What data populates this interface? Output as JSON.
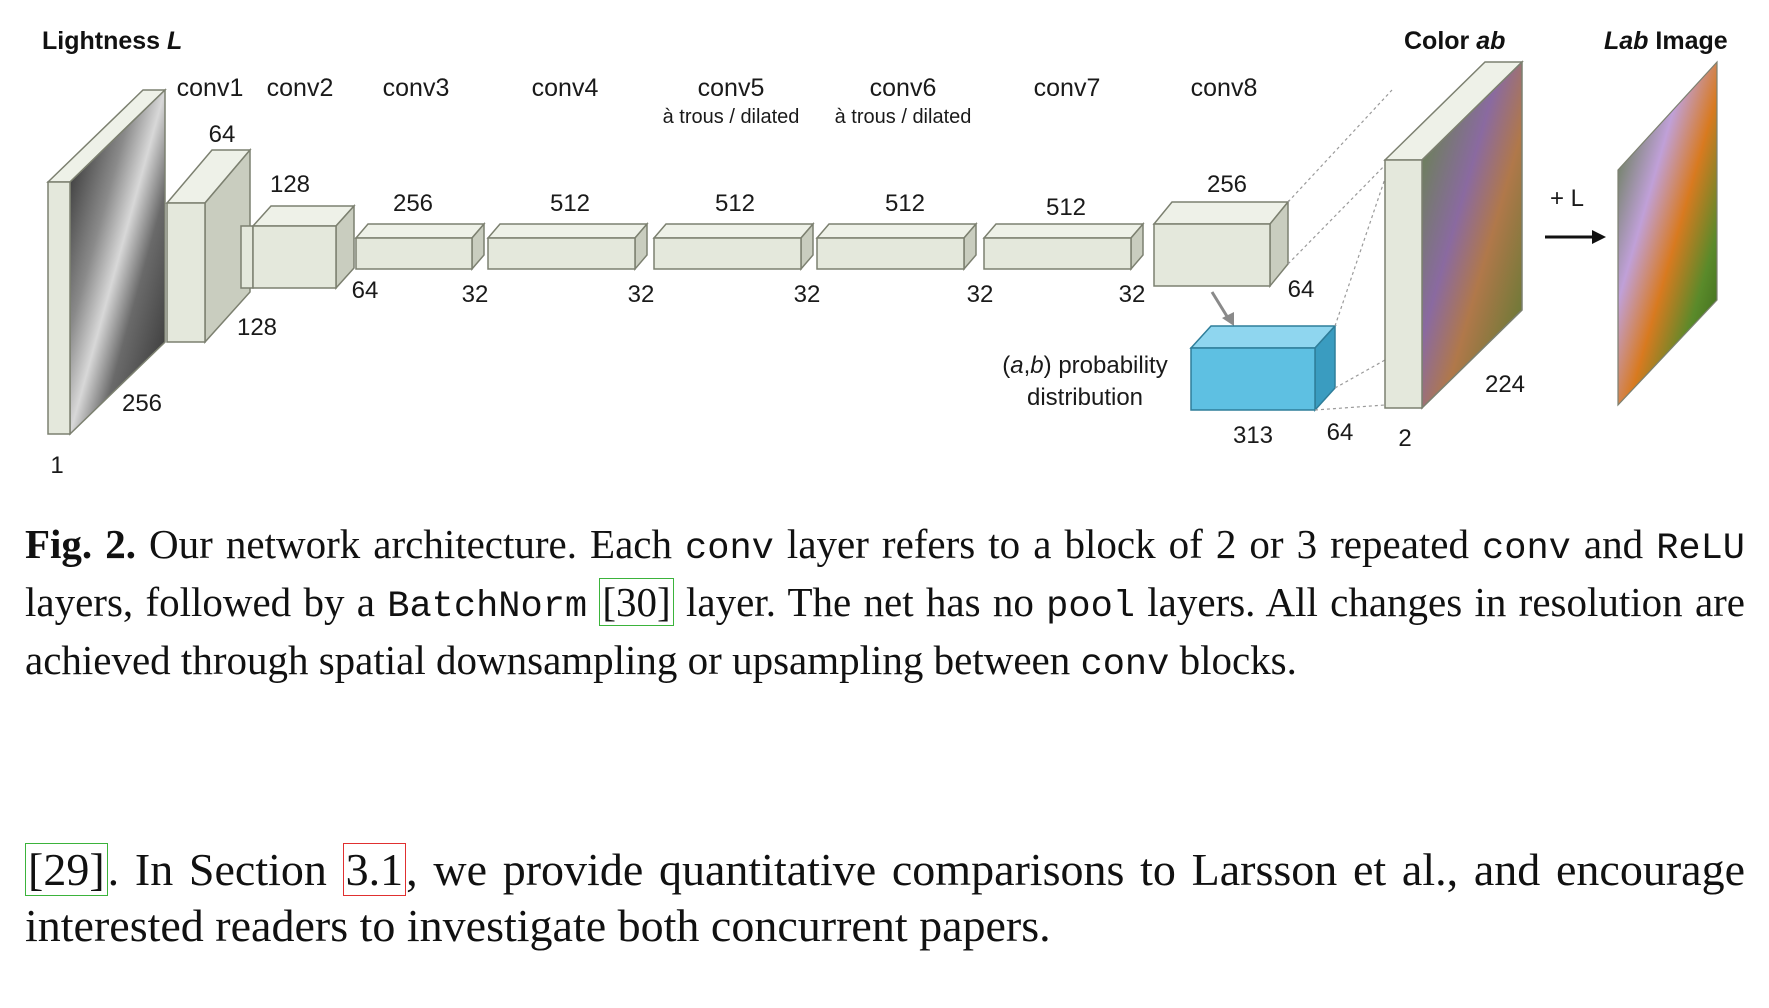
{
  "figure": {
    "input_title_word": "Lightness",
    "input_title_var": "L",
    "color_title_word": "Color",
    "color_title_var": "ab",
    "lab_title_var": "Lab",
    "lab_title_word": "Image",
    "layers": [
      {
        "name": "conv1",
        "sub": ""
      },
      {
        "name": "conv2",
        "sub": ""
      },
      {
        "name": "conv3",
        "sub": ""
      },
      {
        "name": "conv4",
        "sub": ""
      },
      {
        "name": "conv5",
        "sub": "à trous / dilated"
      },
      {
        "name": "conv6",
        "sub": "à trous / dilated"
      },
      {
        "name": "conv7",
        "sub": ""
      },
      {
        "name": "conv8",
        "sub": ""
      }
    ],
    "dims": {
      "input_depth": "1",
      "input_size": "256",
      "conv1_channels": "64",
      "conv1_size": "128",
      "conv2_channels": "128",
      "conv2_size": "64",
      "conv3_channels": "256",
      "conv3_size": "32",
      "conv4_channels": "512",
      "conv4_size": "32",
      "conv5_channels": "512",
      "conv5_size": "32",
      "conv6_channels": "512",
      "conv6_size": "32",
      "conv7_channels": "512",
      "conv7_size": "32",
      "conv8_channels": "256",
      "conv8_size": "64",
      "prob_channels": "313",
      "prob_size": "64",
      "ab_channels": "2",
      "ab_size": "224"
    },
    "prob_label_var_a": "a",
    "prob_label_var_b": "b",
    "prob_label_rest": " probability",
    "prob_label_line2": "distribution",
    "plus_l": "+ L",
    "colors": {
      "block_face": "#e4e8dc",
      "block_top": "#eef1e8",
      "block_side": "#c9cdbf",
      "block_edge": "#7c8070",
      "prob_face": "#5ec0e2",
      "prob_top": "#8fd6ef",
      "prob_side": "#3a9cc0",
      "ref_green": "#3bb33b",
      "ref_red": "#e03030"
    }
  },
  "caption": {
    "label": "Fig. 2.",
    "t1": " Our network architecture. Each ",
    "c1": "conv",
    "t2": " layer refers to a block of 2 or 3 repeated ",
    "c2": "conv",
    "t3": " and ",
    "c3": "ReLU",
    "t4": " layers, followed by a ",
    "c4": "BatchNorm",
    "t5": " ",
    "ref": "[30]",
    "t6": " layer. The net has no ",
    "c5": "pool",
    "t7": " layers. All changes in resolution are achieved through spatial downsampling or upsampling between ",
    "c6": "conv",
    "t8": " blocks."
  },
  "paragraph": {
    "ref1": "[29]",
    "t1": ". In Section ",
    "ref2": "3.1",
    "t2": ", we provide quantitative comparisons to Larsson et al., and encourage interested readers to investigate both concurrent papers."
  }
}
